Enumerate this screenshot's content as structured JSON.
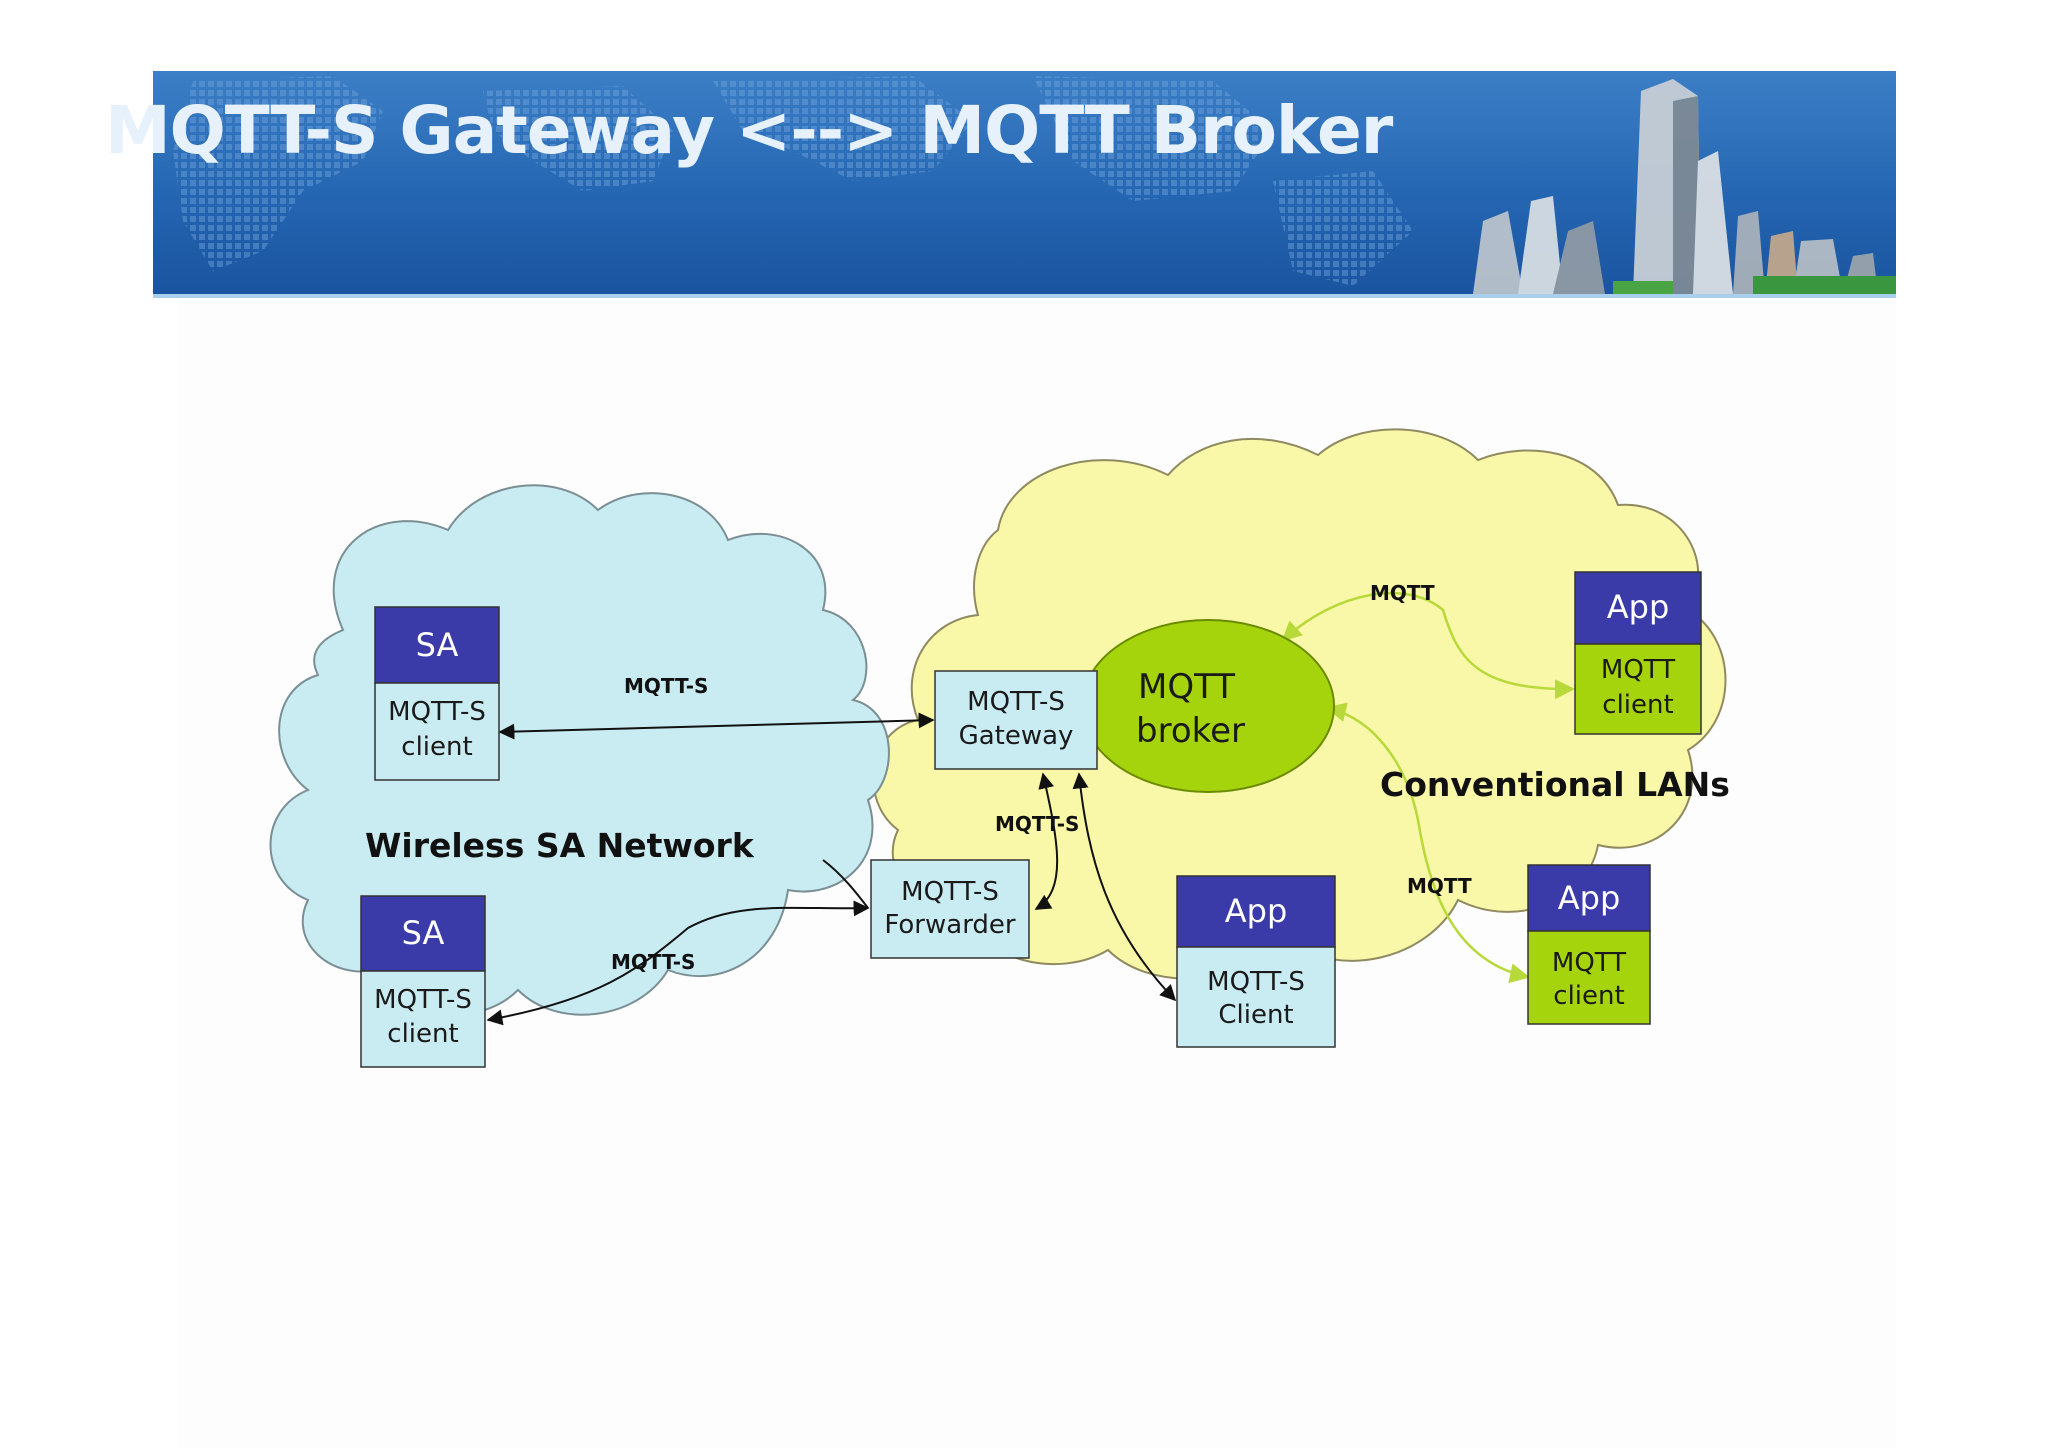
{
  "slide": {
    "title": "MQTT-S Gateway  <--> MQTT Broker"
  },
  "diagram": {
    "networks": {
      "left": "Wireless SA Network",
      "right": "Conventional LANs"
    },
    "nodes": {
      "sa_top": {
        "header": "SA",
        "body": [
          "MQTT-S",
          "client"
        ]
      },
      "sa_bottom": {
        "header": "SA",
        "body": [
          "MQTT-S",
          "client"
        ]
      },
      "gateway": {
        "body": [
          "MQTT-S",
          "Gateway"
        ]
      },
      "forwarder": {
        "body": [
          "MQTT-S",
          "Forwarder"
        ]
      },
      "broker": {
        "body": [
          "MQTT",
          "broker"
        ]
      },
      "app_top": {
        "header": "App",
        "body": [
          "MQTT",
          "client"
        ]
      },
      "app_bottom": {
        "header": "App",
        "body": [
          "MQTT",
          "client"
        ]
      },
      "app_mid": {
        "header": "App",
        "body": [
          "MQTT-S",
          "Client"
        ]
      }
    },
    "edge_labels": {
      "sa_top_gateway": "MQTT-S",
      "forwarder_gateway": "MQTT-S",
      "sa_bottom_forwarder": "MQTT-S",
      "broker_app_top": "MQTT",
      "broker_app_bottom": "MQTT"
    },
    "colors": {
      "left_cloud": "#c9ebf2",
      "right_cloud": "#f9f7a8",
      "header_blue": "#3a3aa8",
      "client_green": "#a6d40c",
      "box_light": "#c9ebf2",
      "green_arrow": "#b7d93a",
      "title_banner": "#2a6ab5"
    }
  }
}
